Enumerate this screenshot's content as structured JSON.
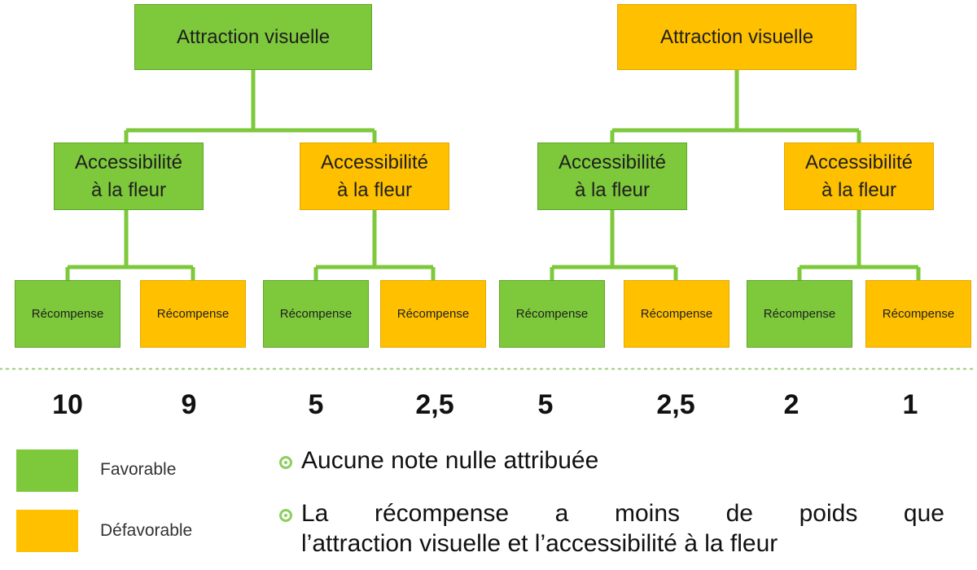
{
  "tree": {
    "top": "Attraction visuelle",
    "mid": "Accessibilité\nà la fleur",
    "leaf": "Récompense"
  },
  "scores": [
    "10",
    "9",
    "5",
    "2,5",
    "5",
    "2,5",
    "2",
    "1"
  ],
  "legend": {
    "favorable": "Favorable",
    "defavorable": "Défavorable"
  },
  "notes": {
    "first": "Aucune note nulle attribuée",
    "second_line1": "La récompense a moins de poids que",
    "second_line2": "l’attraction visuelle et l’accessibilité à la fleur"
  },
  "colors": {
    "favorable": "#7dc83b",
    "defavorable": "#ffc000",
    "connector": "#7dc83b",
    "bullet": "#8dcf5e"
  }
}
